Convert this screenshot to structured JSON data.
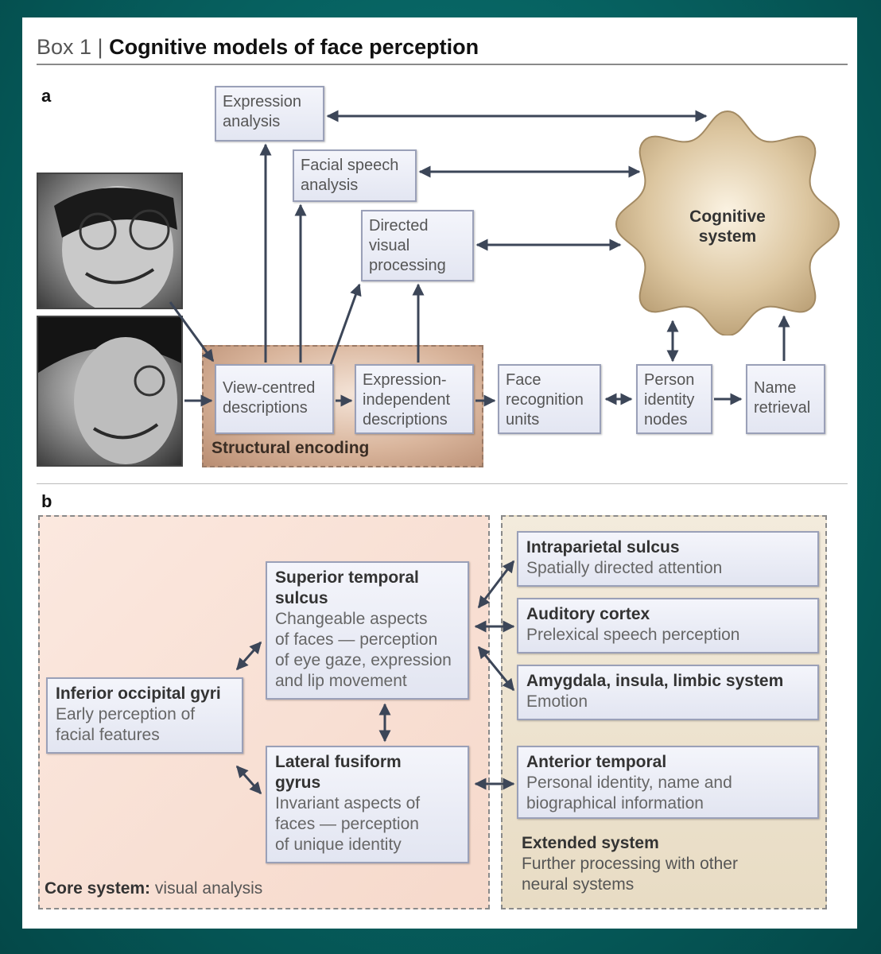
{
  "header": {
    "box_label": "Box 1 |",
    "title": "Cognitive models of face perception"
  },
  "panel_a": {
    "label": "a",
    "expression_analysis": [
      "Expression",
      "analysis"
    ],
    "facial_speech_analysis": [
      "Facial speech",
      "analysis"
    ],
    "directed_visual_processing": [
      "Directed",
      "visual",
      "processing"
    ],
    "cognitive_system": [
      "Cognitive",
      "system"
    ],
    "view_centred": [
      "View-centred",
      "descriptions"
    ],
    "expression_independent": [
      "Expression-",
      "independent",
      "descriptions"
    ],
    "face_recognition_units": [
      "Face",
      "recognition",
      "units"
    ],
    "person_identity_nodes": [
      "Person",
      "identity",
      "nodes"
    ],
    "name_retrieval": [
      "Name",
      "retrieval"
    ],
    "structural_encoding": "Structural encoding"
  },
  "panel_b": {
    "label": "b",
    "superior_temporal": {
      "title_1": "Superior temporal",
      "title_2": "sulcus",
      "desc": [
        "Changeable aspects",
        "of faces — perception",
        "of eye gaze, expression",
        "and lip movement"
      ]
    },
    "inferior_occipital": {
      "title": "Inferior occipital gyri",
      "desc": [
        "Early perception of",
        "facial features"
      ]
    },
    "lateral_fusiform": {
      "title_1": "Lateral fusiform",
      "title_2": "gyrus",
      "desc": [
        "Invariant aspects of",
        "faces — perception",
        "of unique identity"
      ]
    },
    "intraparietal": {
      "title": "Intraparietal sulcus",
      "desc": "Spatially directed attention"
    },
    "auditory": {
      "title": "Auditory cortex",
      "desc": "Prelexical speech perception"
    },
    "amygdala": {
      "title": "Amygdala, insula, limbic system",
      "desc": "Emotion"
    },
    "anterior_temporal": {
      "title": "Anterior temporal",
      "desc_1": "Personal identity, name and",
      "desc_2": "biographical information"
    },
    "core_system": {
      "bold": "Core system:",
      "rest": " visual analysis"
    },
    "extended_system": {
      "title": "Extended system",
      "desc_1": "Further processing with other",
      "desc_2": "neural systems"
    }
  },
  "colors": {
    "background": "#06605f",
    "node_border": "#9aa0b8",
    "structural": "#c9a48b",
    "core_bg": "#f8ddd2",
    "extended_bg": "#ede3cf",
    "cognitive": "#d6c09b"
  }
}
